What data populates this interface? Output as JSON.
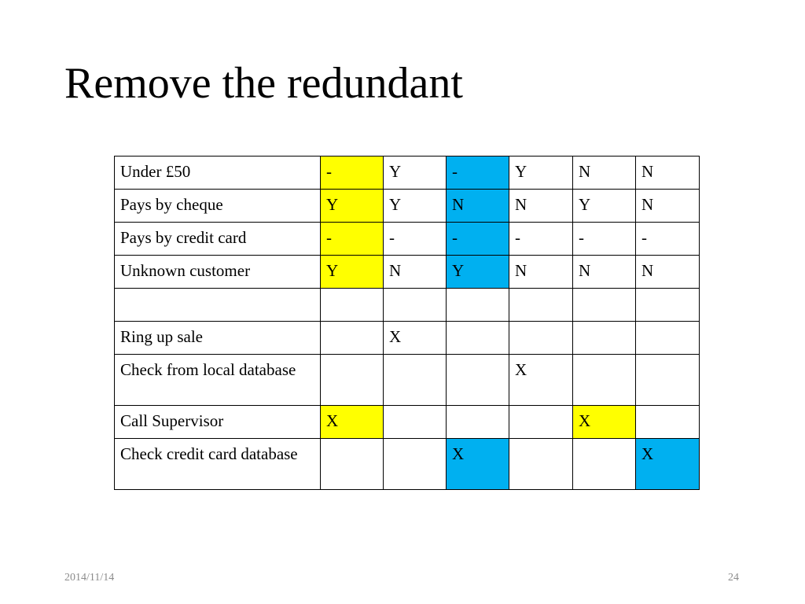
{
  "slide": {
    "title": "Remove the redundant",
    "date": "2014/11/14",
    "page_number": "24"
  },
  "colors": {
    "yellow": "#ffff00",
    "blue": "#00b0f0"
  },
  "table": {
    "rows": [
      {
        "label": "Under £50",
        "cells": [
          "-",
          "Y",
          "-",
          "Y",
          "N",
          "N"
        ]
      },
      {
        "label": "Pays by cheque",
        "cells": [
          "Y",
          "Y",
          "N",
          "N",
          "Y",
          "N"
        ]
      },
      {
        "label": "Pays by credit card",
        "cells": [
          "-",
          "-",
          "-",
          "-",
          "-",
          "-"
        ]
      },
      {
        "label": "Unknown customer",
        "cells": [
          "Y",
          "N",
          "Y",
          "N",
          "N",
          "N"
        ]
      },
      {
        "label": "",
        "cells": [
          "",
          "",
          "",
          "",
          "",
          ""
        ]
      },
      {
        "label": "Ring up sale",
        "cells": [
          "",
          "X",
          "",
          "",
          "",
          ""
        ]
      },
      {
        "label": "Check from local database",
        "cells": [
          "",
          "",
          "",
          "X",
          "",
          ""
        ]
      },
      {
        "label": "Call Supervisor",
        "cells": [
          "X",
          "",
          "",
          "",
          "X",
          ""
        ]
      },
      {
        "label": "Check credit card database",
        "cells": [
          "",
          "",
          "X",
          "",
          "",
          "X"
        ]
      }
    ]
  }
}
